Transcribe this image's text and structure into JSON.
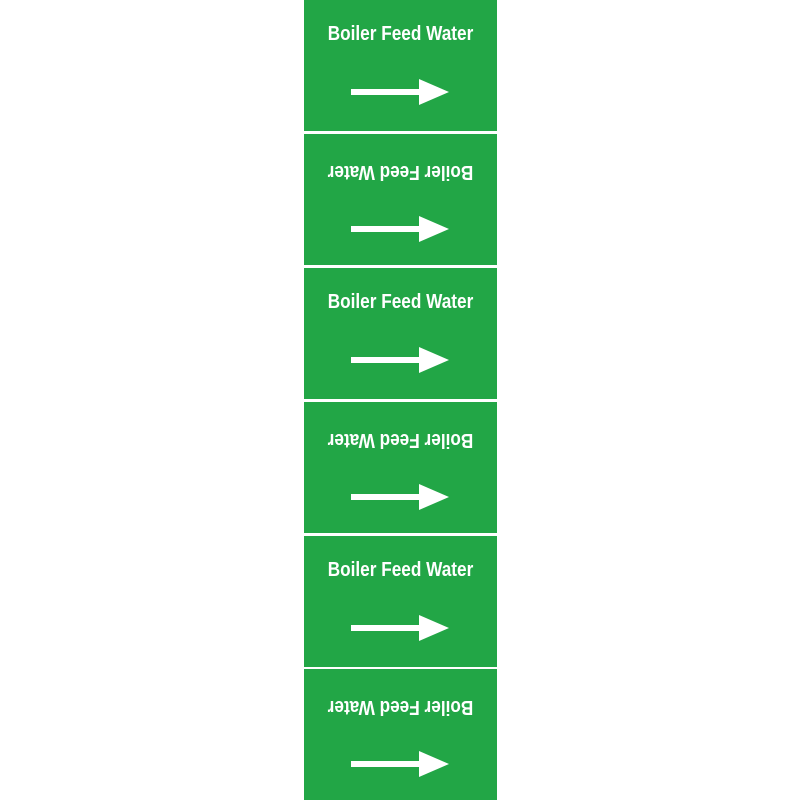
{
  "markers": [
    {
      "text": "Boiler Feed Water",
      "orientation": "upright"
    },
    {
      "text": "Boiler Feed Water",
      "orientation": "inverted"
    },
    {
      "text": "Boiler Feed Water",
      "orientation": "upright"
    },
    {
      "text": "Boiler Feed Water",
      "orientation": "inverted"
    },
    {
      "text": "Boiler Feed Water",
      "orientation": "upright"
    },
    {
      "text": "Boiler Feed Water",
      "orientation": "inverted"
    }
  ],
  "colors": {
    "background": "#22a646",
    "foreground": "#ffffff"
  },
  "flow_direction": "right"
}
